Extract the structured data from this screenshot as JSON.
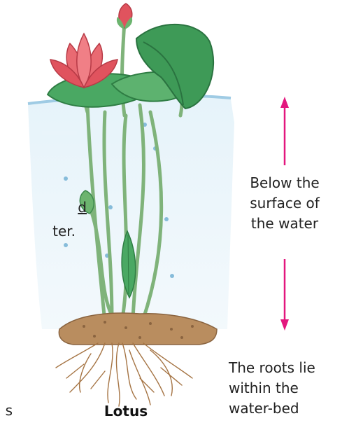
{
  "colors": {
    "arrow": "#e3177e",
    "water": "#cfe6f3",
    "stem": "#7fb37a",
    "leaf": "#3e9a57",
    "flower": "#e0535e",
    "soil": "#b98d5f",
    "roots": "#a57444"
  },
  "icons": {
    "arrow_up": "arrow-up-icon",
    "arrow_down": "arrow-down-icon"
  },
  "labels": {
    "below_surface": [
      "Below the",
      "surface of",
      "the water"
    ],
    "roots": [
      "The roots lie",
      "within the",
      "water-bed"
    ],
    "caption": "Lotus"
  },
  "cut_text": {
    "line1": "d",
    "line2": "ter.",
    "line3": "s"
  }
}
